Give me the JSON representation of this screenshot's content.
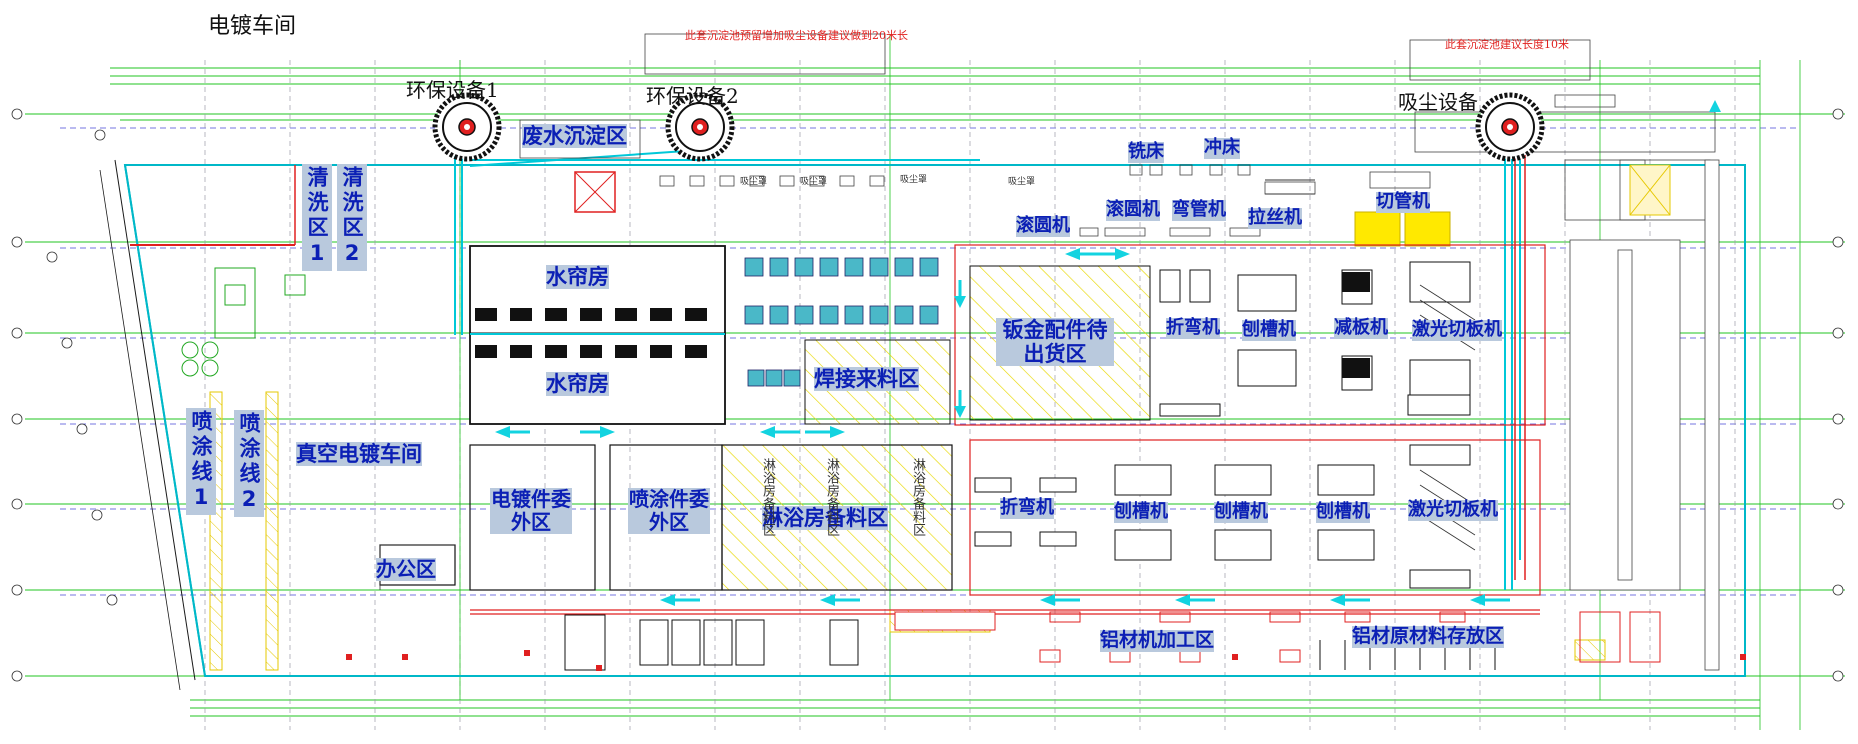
{
  "headers": {
    "workshop_title": "电镀车间",
    "env_equipment_1": "环保设备1",
    "env_equipment_2": "环保设备2",
    "dust_equipment": "吸尘设备"
  },
  "notes": {
    "top_note_1": "此套沉淀池预留增加吸尘设备建议做到20米长",
    "top_note_2": "此套沉淀池建议长度10米"
  },
  "zones": {
    "wastewater": "废水沉淀区",
    "milling": "铣床",
    "punch": "冲床",
    "rolling_top": "滚圆机",
    "rolling_mid": "滚圆机",
    "pipe_bending": "弯管机",
    "wire_drawing": "拉丝机",
    "pipe_cutting": "切管机",
    "water_curtain_1": "水帘房",
    "water_curtain_2": "水帘房",
    "welding_material": "焊接来料区",
    "sheet_parts": "钣金配件待出货区",
    "folding_top": "折弯机",
    "grooving_top": "刨槽机",
    "plate_reduce": "减板机",
    "laser_top": "激光切板机",
    "vacuum_plating": "真空电镀车间",
    "plating_outsource": "电镀件委外区",
    "spray_outsource": "喷涂件委外区",
    "shower_material": "淋浴房备料区",
    "folding_bottom": "折弯机",
    "grooving_b1": "刨槽机",
    "grooving_b2": "刨槽机",
    "grooving_b3": "刨槽机",
    "laser_bottom": "激光切板机",
    "office": "办公区",
    "aluminum_processing": "铝材机加工区",
    "aluminum_storage": "铝材原材料存放区"
  },
  "vertical_zones": {
    "clean_1": "清洗区1",
    "clean_2": "清洗区2",
    "spray_1": "喷涂线1",
    "spray_2": "喷涂线2"
  },
  "small_labels": {
    "shower_a": "淋浴房备料区",
    "shower_b": "淋浴房备料区",
    "shower_c": "淋浴房备料区",
    "dust_hood_1": "吸尘罩",
    "dust_hood_2": "吸尘罩",
    "dust_hood_3": "吸尘罩",
    "dust_hood_4": "吸尘罩"
  },
  "colors": {
    "zone_text": "#0b1fb5",
    "zone_bg": "#b9c9dd",
    "grid_green": "#22c422",
    "wall_red": "#e02020",
    "cyan": "#00c8d8",
    "hatch_yellow": "#e8d800"
  }
}
